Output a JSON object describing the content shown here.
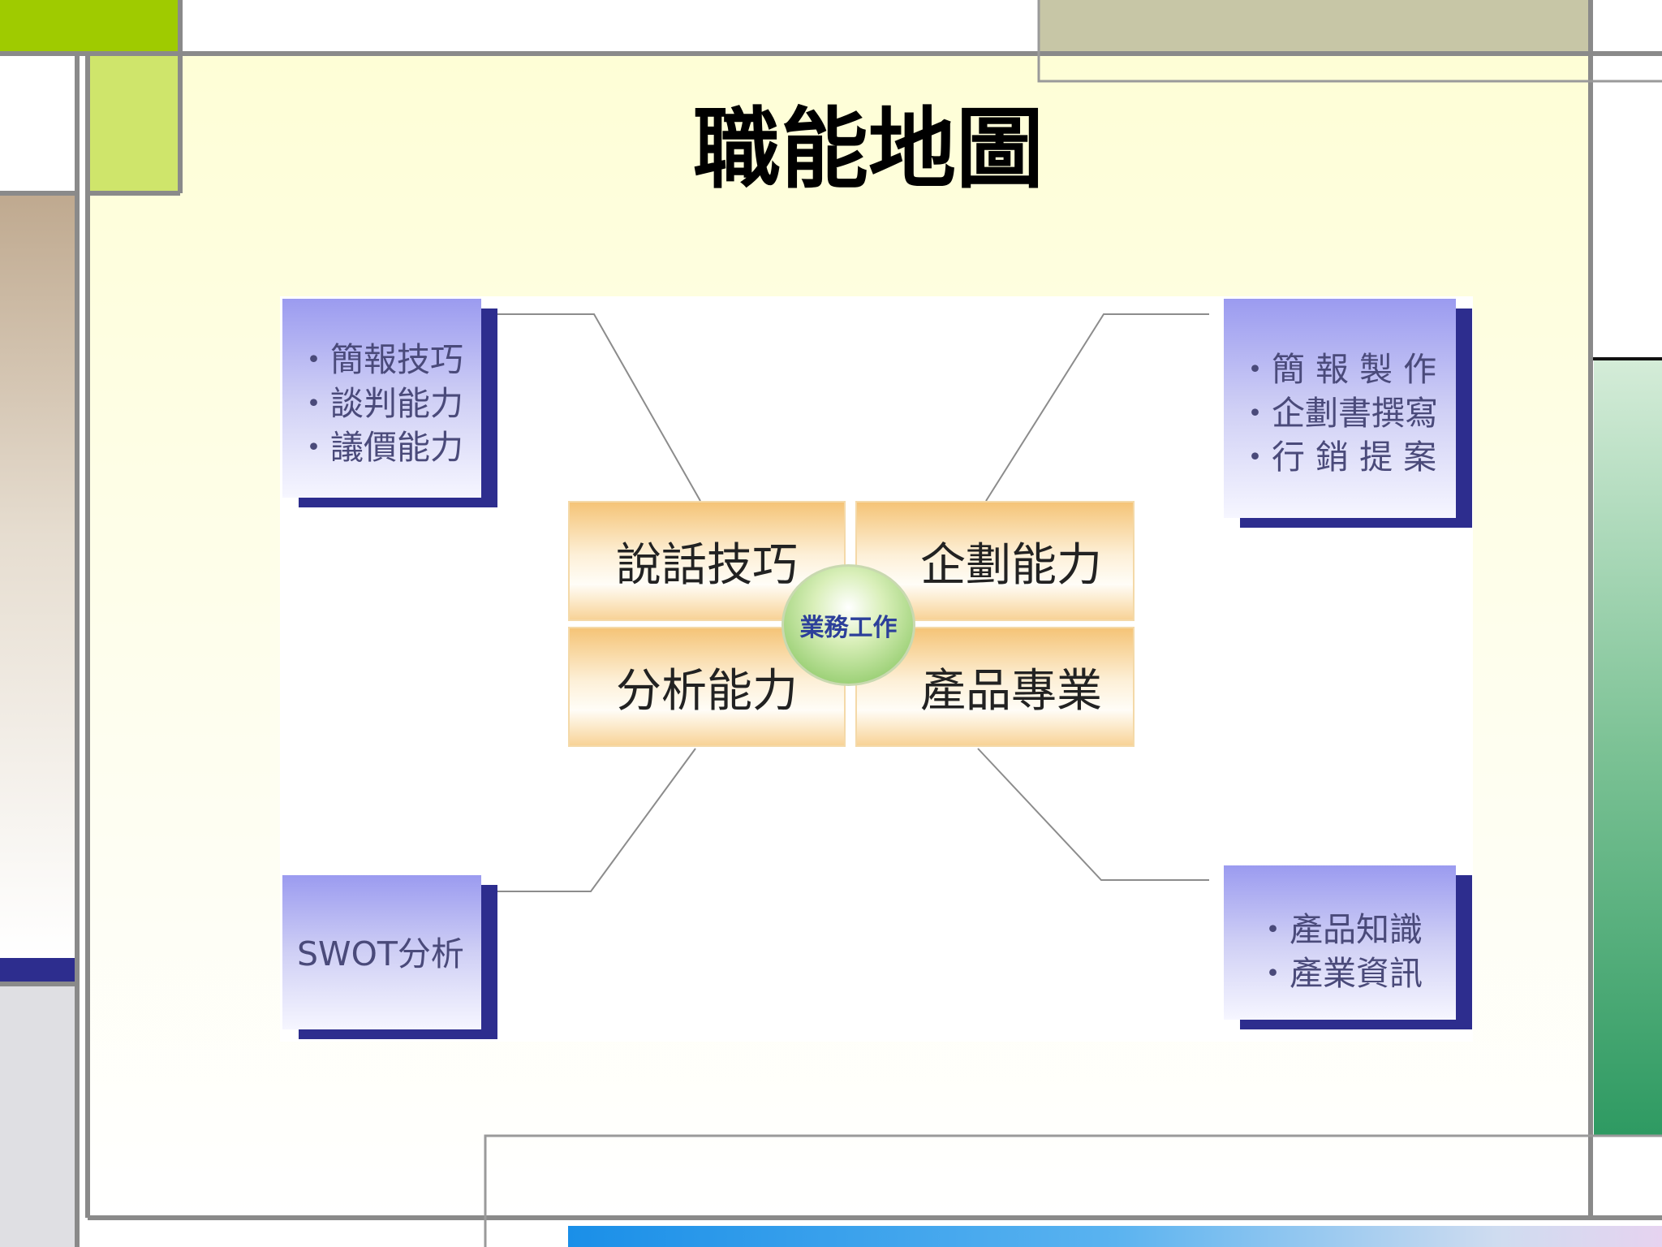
{
  "slide": {
    "title": "職能地圖"
  },
  "diagram": {
    "hub": "業務工作",
    "quadrants": {
      "top_left": "說話技巧",
      "top_right": "企劃能力",
      "bottom_left": "分析能力",
      "bottom_right": "產品專業"
    },
    "leaves": {
      "top_left": [
        "・簡報技巧",
        "・談判能力",
        "・議價能力"
      ],
      "top_right": [
        "・簡 報 製 作",
        "・企劃書撰寫",
        "・行 銷 提 案"
      ],
      "bottom_left": [
        "SWOT分析"
      ],
      "bottom_right": [
        "・產品知識",
        "・產業資訊"
      ]
    }
  },
  "colors": {
    "accent_green": "#9fcb00",
    "accent_navy": "#2d2d8e",
    "leaf_gradient_top": "#9b9bf0",
    "quad_gradient_top": "#f5c477",
    "hub_green": "#9fd27a"
  }
}
